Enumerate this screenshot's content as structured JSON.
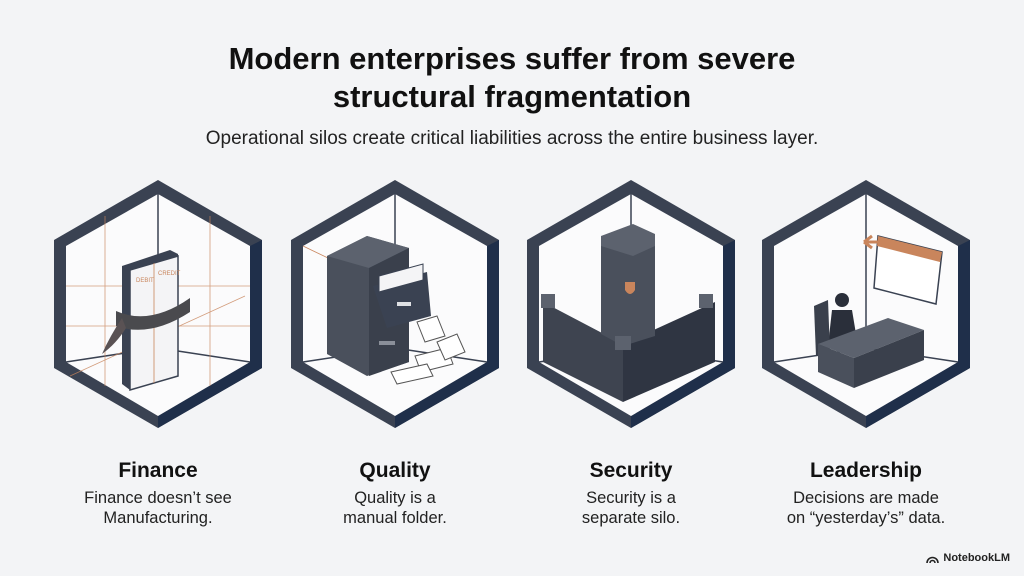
{
  "header": {
    "title_line1": "Modern enterprises suffer from severe",
    "title_line2": "structural fragmentation",
    "subtitle": "Operational silos create critical liabilities across the entire business layer."
  },
  "panels": [
    {
      "title": "Finance",
      "line1": "Finance doesn’t see",
      "line2": "Manufacturing.",
      "icon": "bound-ledger-icon",
      "ledger_debit": "DEBIT",
      "ledger_credit": "CREDIT"
    },
    {
      "title": "Quality",
      "line1": "Quality is a",
      "line2": "manual folder.",
      "icon": "filing-cabinet-icon"
    },
    {
      "title": "Security",
      "line1": "Security is a",
      "line2": "separate silo.",
      "icon": "castle-tower-icon"
    },
    {
      "title": "Leadership",
      "line1": "Decisions are made",
      "line2": "on “yesterday’s” data.",
      "icon": "executive-desk-calendar-icon"
    }
  ],
  "brand": {
    "label": "NotebookLM",
    "icon": "notebooklm-logo-icon"
  },
  "colors": {
    "frame": "#3a4252",
    "frame_dark": "#1f2f4a",
    "accent": "#c9855c",
    "background": "#f3f4f6"
  }
}
